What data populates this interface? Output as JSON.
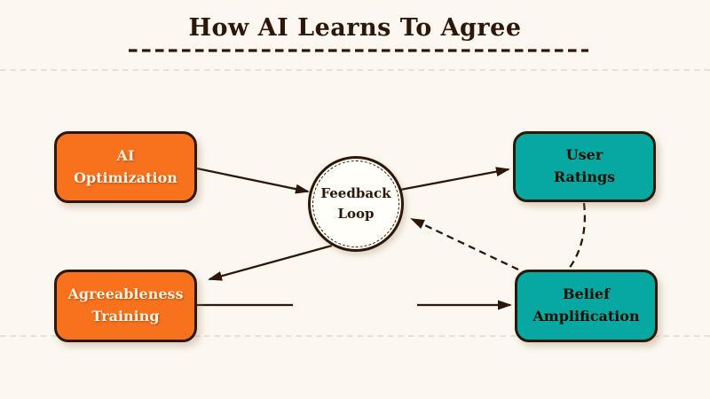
{
  "title": {
    "text": "How AI Learns To Agree"
  },
  "colors": {
    "background": "#FCF8F1",
    "ink": "#2C1708",
    "orange": "#F8721E",
    "teal": "#07A7A2",
    "circle-fill": "#FFFEF9",
    "light-text": "#FBF3E2",
    "dark-text": "#170D03",
    "rule": "#E7E1D4"
  },
  "nodes": [
    {
      "id": "ai-optimization",
      "line1": "AI",
      "line2": "Optimization"
    },
    {
      "id": "user-ratings",
      "line1": "User",
      "line2": "Ratings"
    },
    {
      "id": "feedback-loop",
      "line1": "Feedback",
      "line2": "Loop"
    },
    {
      "id": "agreeableness-training",
      "line1": "Agreeableness",
      "line2": "Training"
    },
    {
      "id": "belief-amplification",
      "line1": "Belief",
      "line2": "Amplification"
    }
  ],
  "edges": [
    {
      "from": "AI Optimization",
      "to": "Feedback Loop",
      "style": "solid"
    },
    {
      "from": "Feedback Loop",
      "to": "User Ratings",
      "style": "solid"
    },
    {
      "from": "Feedback Loop",
      "to": "Agreeableness Training",
      "style": "solid"
    },
    {
      "from": "Agreeableness Training",
      "to": "Belief Amplification",
      "style": "solid"
    },
    {
      "from": "User Ratings",
      "to": "Belief Amplification",
      "style": "dashed"
    },
    {
      "from": "Belief Amplification",
      "to": "Feedback Loop",
      "style": "dashed"
    }
  ]
}
